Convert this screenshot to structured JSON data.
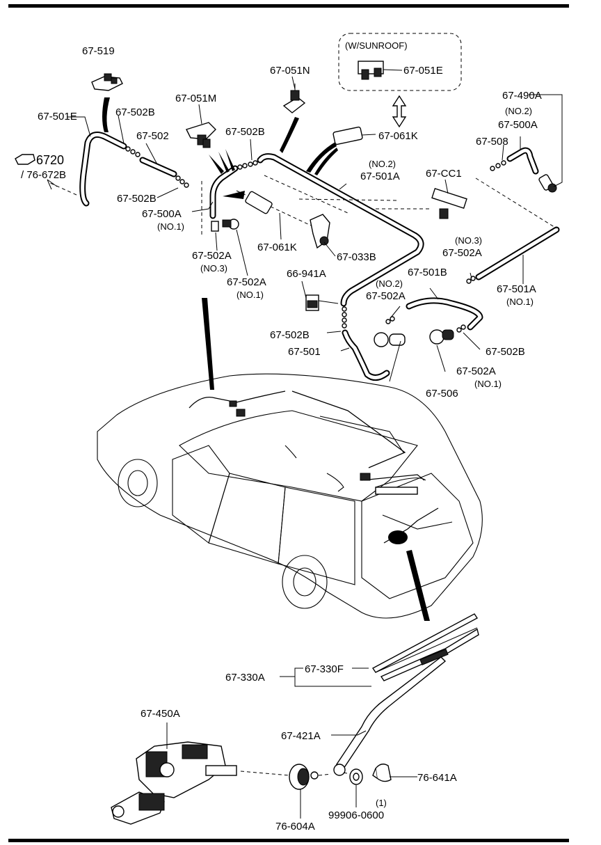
{
  "diagram": {
    "labels": {
      "l_67519": "67-519",
      "l_67501E": "67-501E",
      "l_67502B_a": "67-502B",
      "l_67502_main": "67-502",
      "l_6720": "6720",
      "l_76672B": "/ 76-672B",
      "l_67502B_b": "67-502B",
      "l_67500A": "67-500A",
      "l_no1_a": "(NO.1)",
      "l_67051M": "67-051M",
      "l_67502B_c": "67-502B",
      "l_67502A_no3": "67-502A",
      "l_no3_a": "(NO.3)",
      "l_67061K_a": "67-061K",
      "l_67502A_no1": "67-502A",
      "l_no1_b": "(NO.1)",
      "l_67051N": "67-051N",
      "l_sunroof": "(W/SUNROOF)",
      "l_67051E": "67-051E",
      "l_67061K_b": "67-061K",
      "l_no2_a": "(NO.2)",
      "l_67501A_a": "67-501A",
      "l_67CC1": "67-CC1",
      "l_67033B": "67-033B",
      "l_67490A": "67-490A",
      "l_no2_b": "(NO.2)",
      "l_67500A_b": "67-500A",
      "l_67508": "67-508",
      "l_no3_b": "(NO.3)",
      "l_67502A_r": "67-502A",
      "l_67501B": "67-501B",
      "l_67501A_b": "67-501A",
      "l_no1_c": "(NO.1)",
      "l_66941A": "66-941A",
      "l_no2_c": "(NO.2)",
      "l_67502A_m": "67-502A",
      "l_67502B_d": "67-502B",
      "l_67501": "67-501",
      "l_67502B_e": "67-502B",
      "l_67502A_nr": "67-502A",
      "l_no1_d": "(NO.1)",
      "l_67506": "67-506",
      "l_67330A": "67-330A",
      "l_67330F": "67-330F",
      "l_67450A": "67-450A",
      "l_67421A": "67-421A",
      "l_76641A": "76-641A",
      "l_one": "(1)",
      "l_99906": "99906-0600",
      "l_76604A": "76-604A"
    }
  }
}
